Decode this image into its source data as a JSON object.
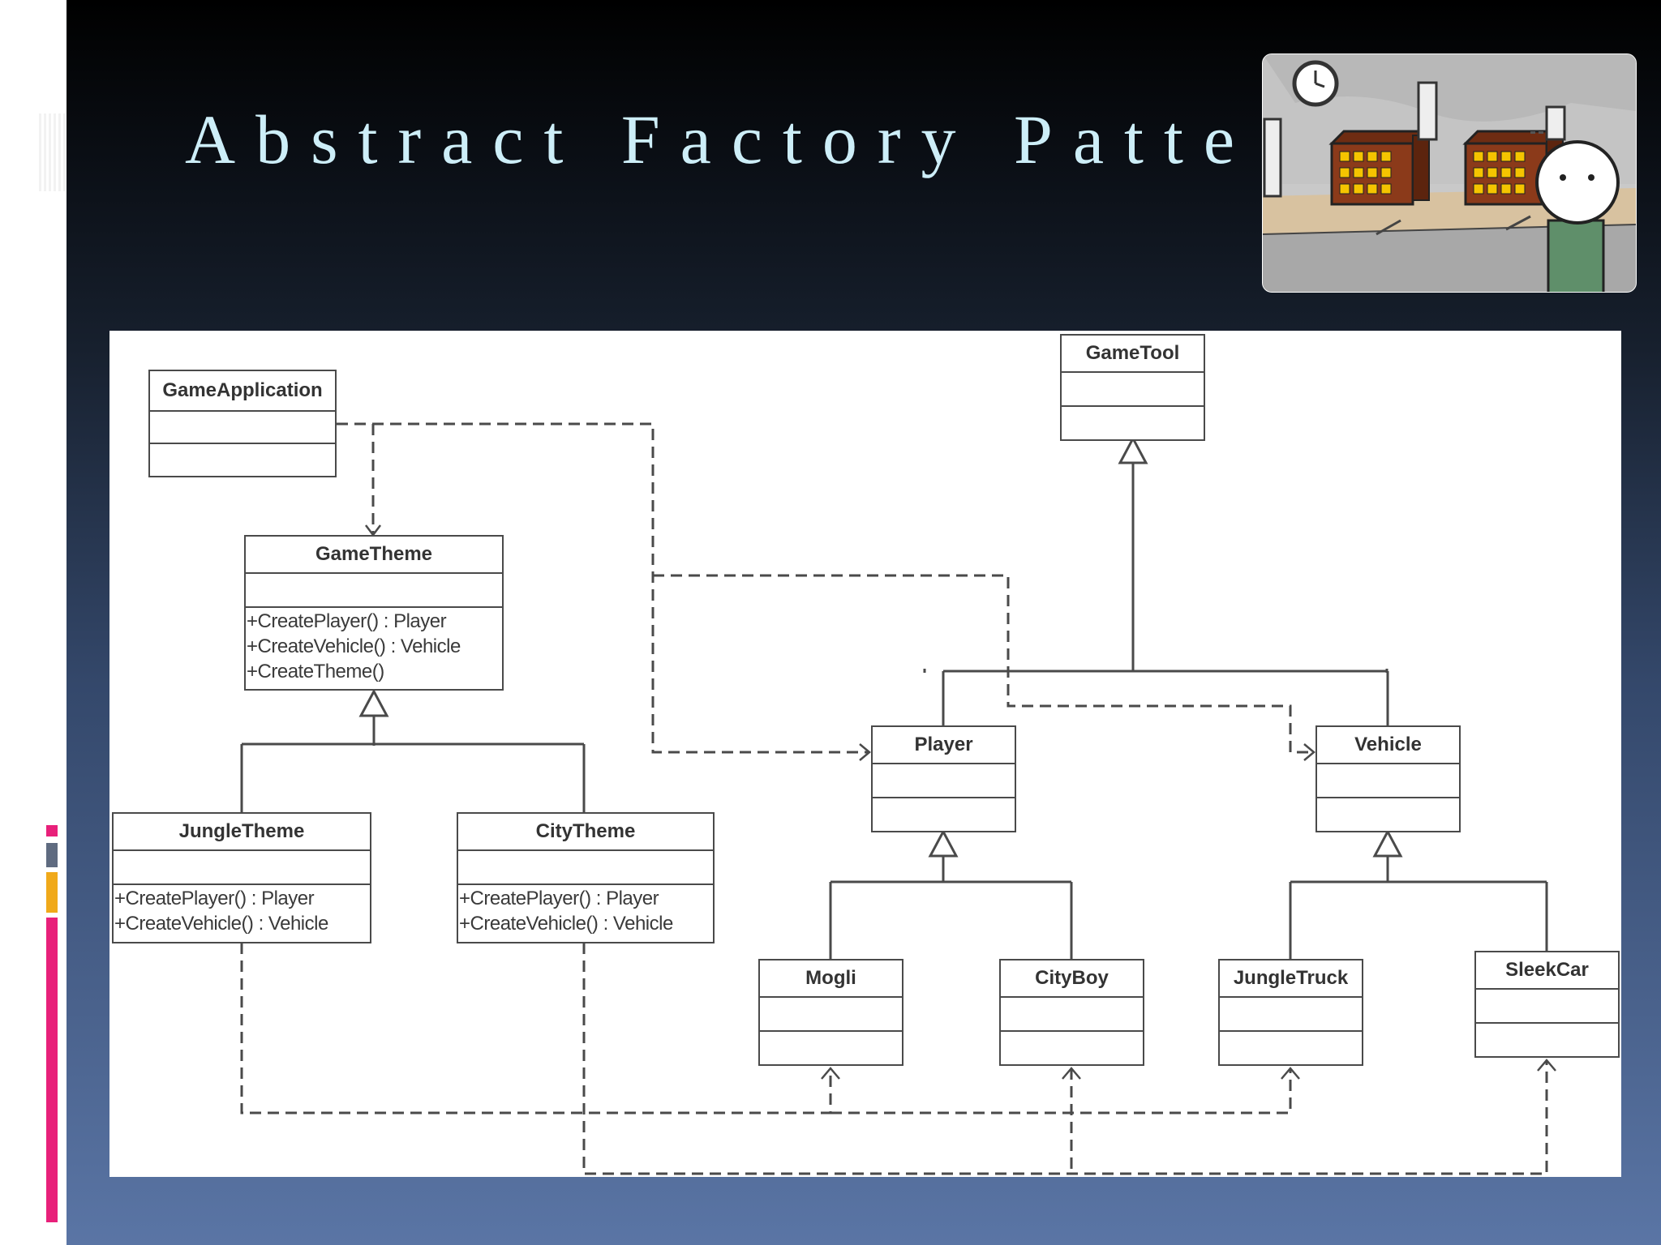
{
  "slide": {
    "title": "Abstract Factory Patte",
    "colors": {
      "title": "#cdeef8",
      "accent_pink": "#e8207a",
      "accent_gray": "#5f6b80",
      "accent_orange": "#f0a91a"
    }
  },
  "image": {
    "alt_name": "factory-cartoon"
  },
  "diagram": {
    "classes": {
      "game_application": {
        "name": "GameApplication",
        "ops": []
      },
      "game_theme": {
        "name": "GameTheme",
        "ops": [
          "+CreatePlayer() : Player",
          "+CreateVehicle() : Vehicle",
          "+CreateTheme()"
        ]
      },
      "jungle_theme": {
        "name": "JungleTheme",
        "ops": [
          "+CreatePlayer() : Player",
          "+CreateVehicle() : Vehicle"
        ]
      },
      "city_theme": {
        "name": "CityTheme",
        "ops": [
          "+CreatePlayer() : Player",
          "+CreateVehicle() : Vehicle"
        ]
      },
      "game_tool": {
        "name": "GameTool",
        "ops": []
      },
      "player": {
        "name": "Player",
        "ops": []
      },
      "vehicle": {
        "name": "Vehicle",
        "ops": []
      },
      "mogli": {
        "name": "Mogli",
        "ops": []
      },
      "city_boy": {
        "name": "CityBoy",
        "ops": []
      },
      "jungle_truck": {
        "name": "JungleTruck",
        "ops": []
      },
      "sleek_car": {
        "name": "SleekCar",
        "ops": []
      }
    }
  }
}
